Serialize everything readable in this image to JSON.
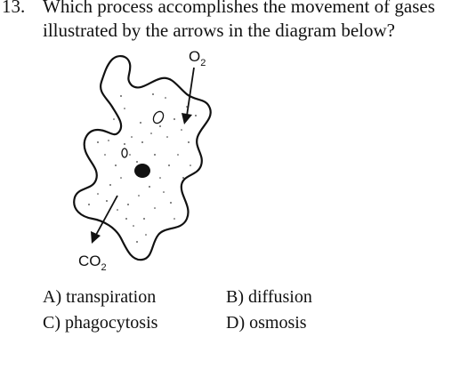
{
  "question": {
    "number": "13.",
    "line1": "Which process accomplishes the movement of gases",
    "line2": "illustrated by the arrows in the diagram below?"
  },
  "diagram": {
    "o2_label": "O",
    "o2_subscript": "2",
    "co2_label": "CO",
    "co2_subscript": "2"
  },
  "options": [
    {
      "text": "A)  transpiration"
    },
    {
      "text": "B)  diffusion"
    },
    {
      "text": "C)  phagocytosis"
    },
    {
      "text": "D)  osmosis"
    }
  ]
}
